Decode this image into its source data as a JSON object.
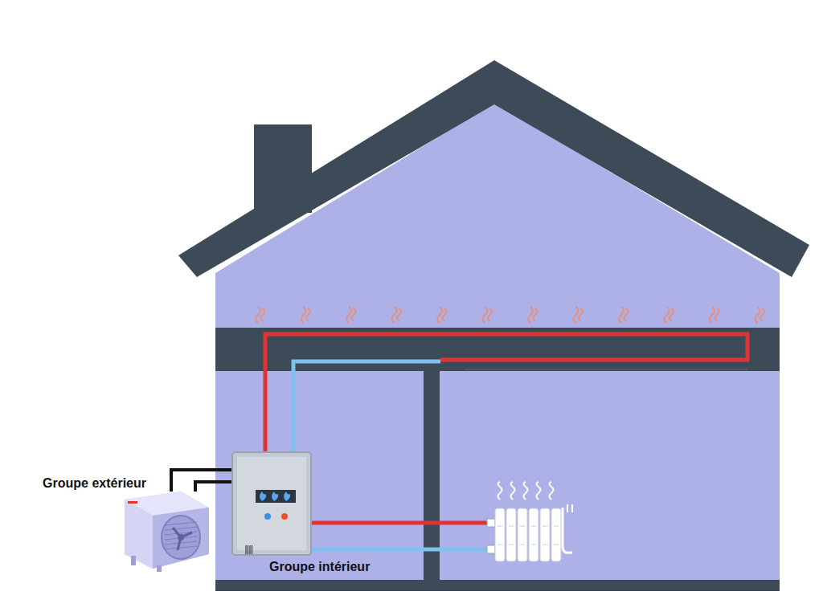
{
  "diagram": {
    "nodes": [
      {
        "text": [
          "Groupe extérieur"
        ]
      },
      {
        "text": [
          "Groupe intérieur"
        ]
      }
    ],
    "edges": [
      {
        "from": 0,
        "to": 1,
        "arrow": "none"
      }
    ]
  }
}
